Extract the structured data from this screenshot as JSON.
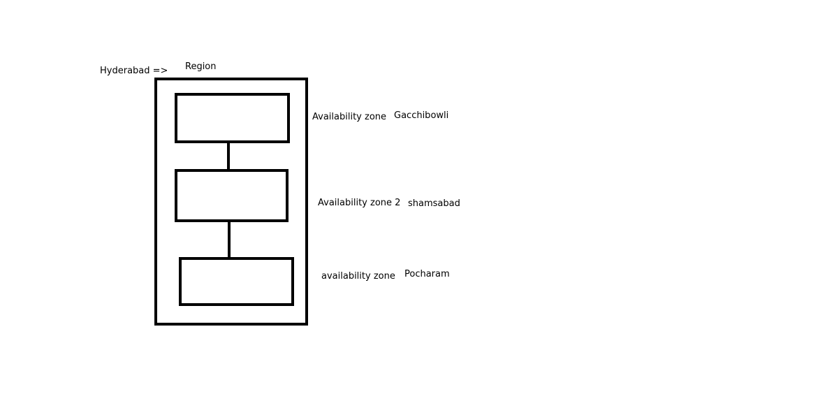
{
  "diagram": {
    "city_label": "Hyderabad =>",
    "region_label": "Region",
    "zones": [
      {
        "label": "Availability zone",
        "location": "Gacchibowli"
      },
      {
        "label": "Availability zone 2",
        "location": "shamsabad"
      },
      {
        "label": "availability zone",
        "location": "Pocharam"
      }
    ]
  },
  "colors": {
    "stroke": "#000000",
    "background": "#ffffff"
  }
}
